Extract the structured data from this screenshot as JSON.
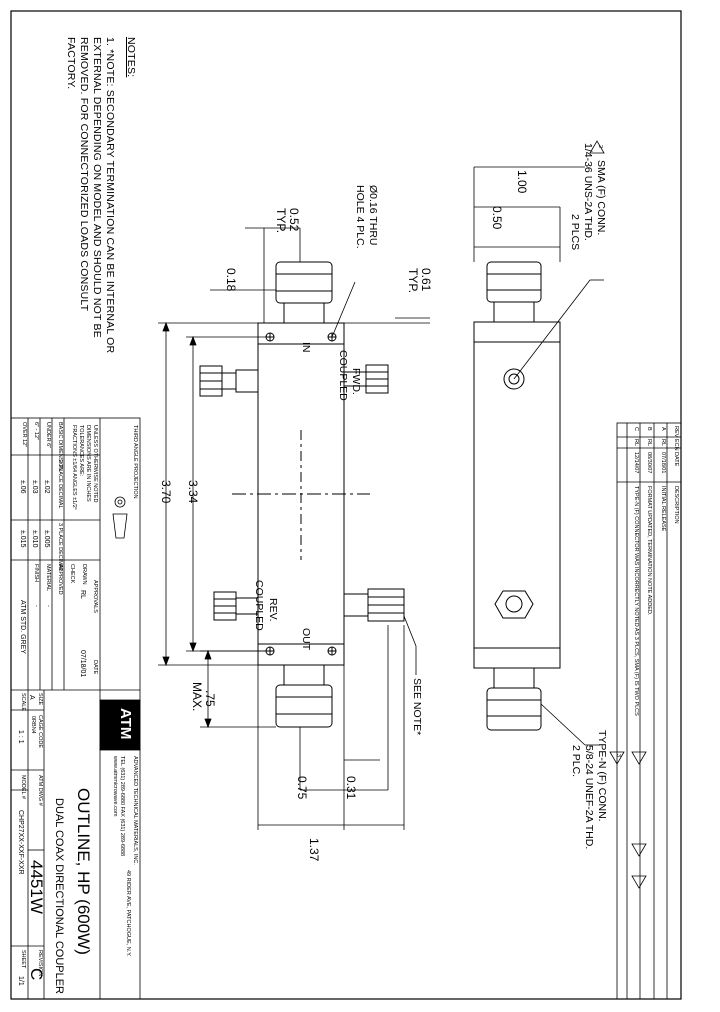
{
  "notes": {
    "heading": "NOTES:",
    "lines": [
      "1.   *NOTE: SECONDARY TERMINATION CAN BE INTERNAL OR",
      "      EXTERNAL DEPENDING ON MODEL AND SHOULD NOT BE",
      "      REMOVED.  FOR CONNECTORIZED LOADS CONSULT",
      "      FACTORY."
    ]
  },
  "callouts": {
    "sma_conn": [
      "SMA (F) CONN.",
      "1/4-36 UNS-2A THD.",
      "2 PLCS"
    ],
    "sma_flag": "2",
    "hole": [
      "Ø0.16 THRU",
      "HOLE 4 PLC."
    ],
    "typen_conn": [
      "TYPE-N (F) CONN.",
      "5/8-24 UNEF-2A THD.",
      "2 PLC."
    ],
    "typen_flag": "3",
    "see_note": "SEE NOTE*"
  },
  "ports": {
    "in": "IN",
    "out": "OUT",
    "fwd": [
      "FWD.",
      "COUPLED"
    ],
    "rev": [
      "REV.",
      "COUPLED"
    ]
  },
  "dims": {
    "d100": "1.00",
    "d050": "0.50",
    "d052": [
      "0.52",
      "TYP."
    ],
    "d018": "0.18",
    "d061": [
      "0.61",
      "TYP."
    ],
    "d334": "3.34",
    "d370": "3.70",
    "d075max": [
      ".75",
      "MAX."
    ],
    "d031": "0.31",
    "d075": "0.75",
    "d137": "1.37"
  },
  "revisions": {
    "headers": [
      "REV",
      "ECN",
      "DATE",
      "DESCRIPTION"
    ],
    "rows": [
      {
        "rev": "A",
        "ecn": "RL",
        "date": "07/18/01",
        "desc": "INITIAL RELEASE"
      },
      {
        "rev": "B",
        "ecn": "RL",
        "date": "08/30/07",
        "desc": "FORMAT UPDATED, TERMINATION NOTE ADDED."
      },
      {
        "rev": "C",
        "ecn": "RL",
        "date": "12/14/07",
        "desc": "TYPE-N (F) CONNECTOR WAS INCORRECTLY NOTED AS 3 PLCS, SMA (F) IS TWO PLCS"
      }
    ]
  },
  "title_block": {
    "company": "ADVANCED TECHNICAL MATERIALS, INC.",
    "address": "49 RIDER AVE, PATCHOGUE, N.Y.",
    "phone": "TEL (631) 289-6880  FAX (631) 289-6888",
    "web": "www.atmmicrowave.com",
    "logo": "ATM",
    "title1": "OUTLINE, HP (600W)",
    "title2": "DUAL COAX DIRECTIONAL COUPLER",
    "size_label": "SIZE",
    "size": "A",
    "cage_label": "CAGE CODE",
    "cage": "0RBN4",
    "dwg_label": "ATM DWG #",
    "dwg": "4451W",
    "rev_label": "REVISION",
    "rev": "C",
    "model_label": "MODEL #",
    "model": "CHP27XX-XXF-XXR",
    "scale_label": "SCALE",
    "scale": "1 : 1",
    "sheet_label": "SHEET",
    "sheet": "1/1",
    "approvals_label": "APPROVALS",
    "date_label": "DATE",
    "drawn_label": "DRAWN",
    "drawn": "RL",
    "drawn_date": "07/18/01",
    "check_label": "CHECK",
    "approved_label": "APPROVED",
    "material_label": "MATERIAL",
    "material": "-",
    "finish_label": "FINISH",
    "finish": "-",
    "third_angle": "THIRD ANGLE PROJECTION",
    "unless": [
      "UNLESS OTHERWISE NOTED",
      "DIMENSIONS ARE IN INCHES",
      "TOLERANCES ARE:",
      "FRACTIONS ±1/64  ANGLES ±1/2°"
    ],
    "tol_headers": [
      "BASIC DIMENSION",
      "2 PLACE DECIMAL",
      "3 PLACE DECIMAL"
    ],
    "tol_rows": [
      [
        "UNDER 6\"",
        "±.02",
        "±.005"
      ],
      [
        "6\" - 12\"",
        "±.03",
        "±.010"
      ],
      [
        "OVER 12\"",
        "±.06",
        "±.015"
      ]
    ],
    "finish_std": "ATM STD. GREY"
  }
}
